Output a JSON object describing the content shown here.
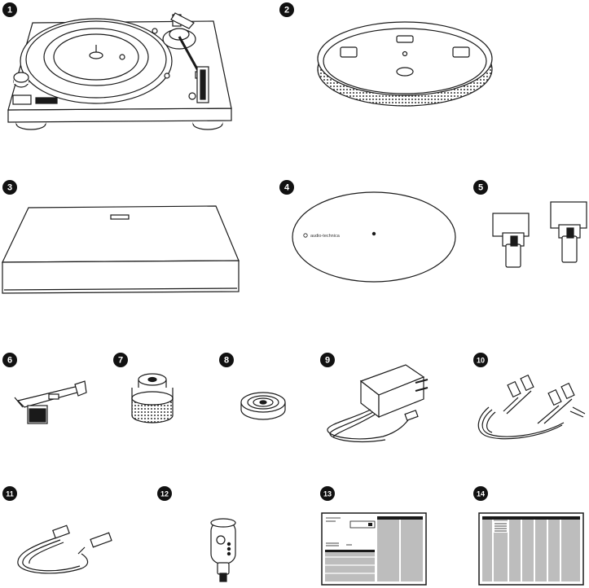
{
  "items": [
    {
      "number": "1",
      "part": "turntable"
    },
    {
      "number": "2",
      "part": "platter"
    },
    {
      "number": "3",
      "part": "dust-cover"
    },
    {
      "number": "4",
      "part": "slipmat"
    },
    {
      "number": "5",
      "part": "dust-cover-hinges"
    },
    {
      "number": "6",
      "part": "headshell-cartridge"
    },
    {
      "number": "7",
      "part": "counterweight"
    },
    {
      "number": "8",
      "part": "adapter-45rpm"
    },
    {
      "number": "9",
      "part": "ac-adapter"
    },
    {
      "number": "10",
      "part": "rca-cable"
    },
    {
      "number": "11",
      "part": "usb-cable"
    },
    {
      "number": "12",
      "part": "bluetooth-transmitter"
    },
    {
      "number": "13",
      "part": "user-manual"
    },
    {
      "number": "14",
      "part": "quick-start-guide"
    }
  ],
  "slipmat_logo": "audio-technica",
  "colors": {
    "ink": "#1a1a1a",
    "badge": "#111111",
    "panel": "#bdbdbd",
    "paper": "#ffffff"
  }
}
